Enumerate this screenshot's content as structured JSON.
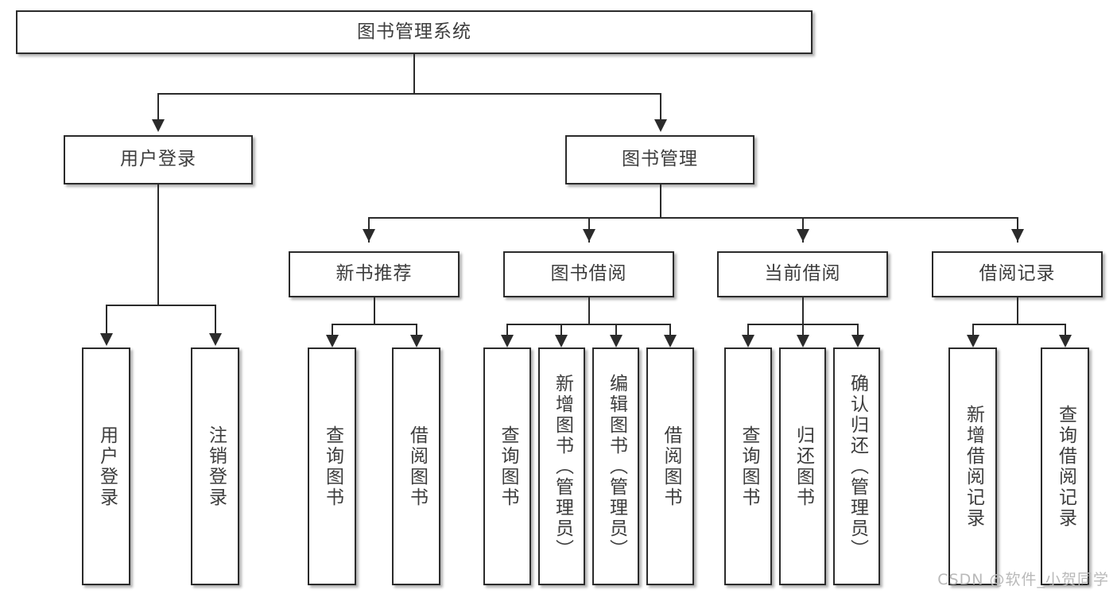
{
  "diagram": {
    "title": "图书管理系统",
    "watermark": "CSDN @软件_小贺同学",
    "levels": {
      "root": {
        "label": "图书管理系统"
      },
      "level2": [
        {
          "label": "用户登录"
        },
        {
          "label": "图书管理"
        }
      ],
      "level3": [
        {
          "label": "新书推荐"
        },
        {
          "label": "图书借阅"
        },
        {
          "label": "当前借阅"
        },
        {
          "label": "借阅记录"
        }
      ],
      "leaves_user_login": [
        {
          "label": "用户登录"
        },
        {
          "label": "注销登录"
        }
      ],
      "leaves_new_book": [
        {
          "label": "查询图书"
        },
        {
          "label": "借阅图书"
        }
      ],
      "leaves_book_borrow": [
        {
          "label": "查询图书"
        },
        {
          "label": "新增图书（管理员）"
        },
        {
          "label": "编辑图书（管理员）"
        },
        {
          "label": "借阅图书"
        }
      ],
      "leaves_current_borrow": [
        {
          "label": "查询图书"
        },
        {
          "label": "归还图书"
        },
        {
          "label": "确认归还（管理员）"
        }
      ],
      "leaves_borrow_record": [
        {
          "label": "新增借阅记录"
        },
        {
          "label": "查询借阅记录"
        }
      ]
    },
    "colors": {
      "stroke": "#2b2b2b",
      "fill": "#ffffff",
      "text": "#3d3d3d",
      "watermark": "#b9b9b9"
    }
  }
}
